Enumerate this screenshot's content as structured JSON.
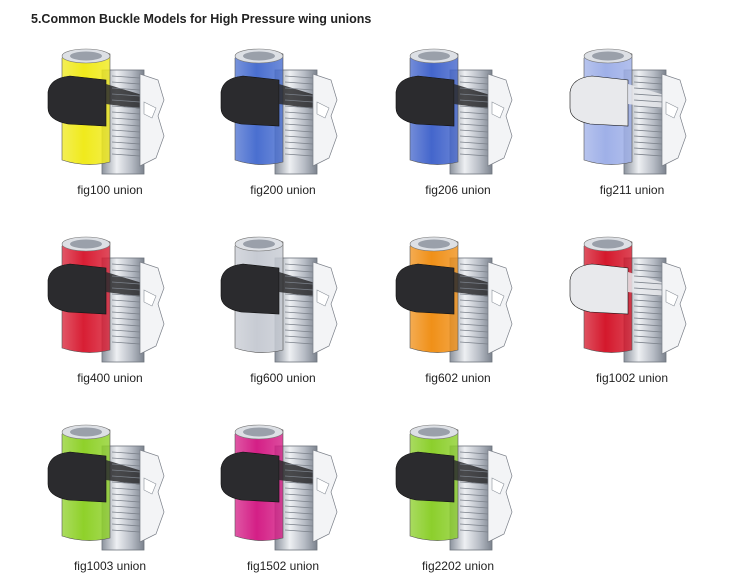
{
  "title": "5.Common Buckle Models for High Pressure wing unions",
  "items": [
    {
      "label": "fig100 union",
      "color": "#f0ea1c"
    },
    {
      "label": "fig200 union",
      "color": "#4a6fd0"
    },
    {
      "label": "fig206 union",
      "color": "#4466cc"
    },
    {
      "label": "fig211 union",
      "color": "#9fb0e8"
    },
    {
      "label": "fig400 union",
      "color": "#d81e34"
    },
    {
      "label": "fig600 union",
      "color": "#c7cbd3"
    },
    {
      "label": "fig602 union",
      "color": "#f09018"
    },
    {
      "label": "fig1002 union",
      "color": "#d4182c"
    },
    {
      "label": "fig1003 union",
      "color": "#8fd12a"
    },
    {
      "label": "fig1502 union",
      "color": "#d41f86"
    },
    {
      "label": "fig2202 union",
      "color": "#8ccf2c"
    }
  ]
}
